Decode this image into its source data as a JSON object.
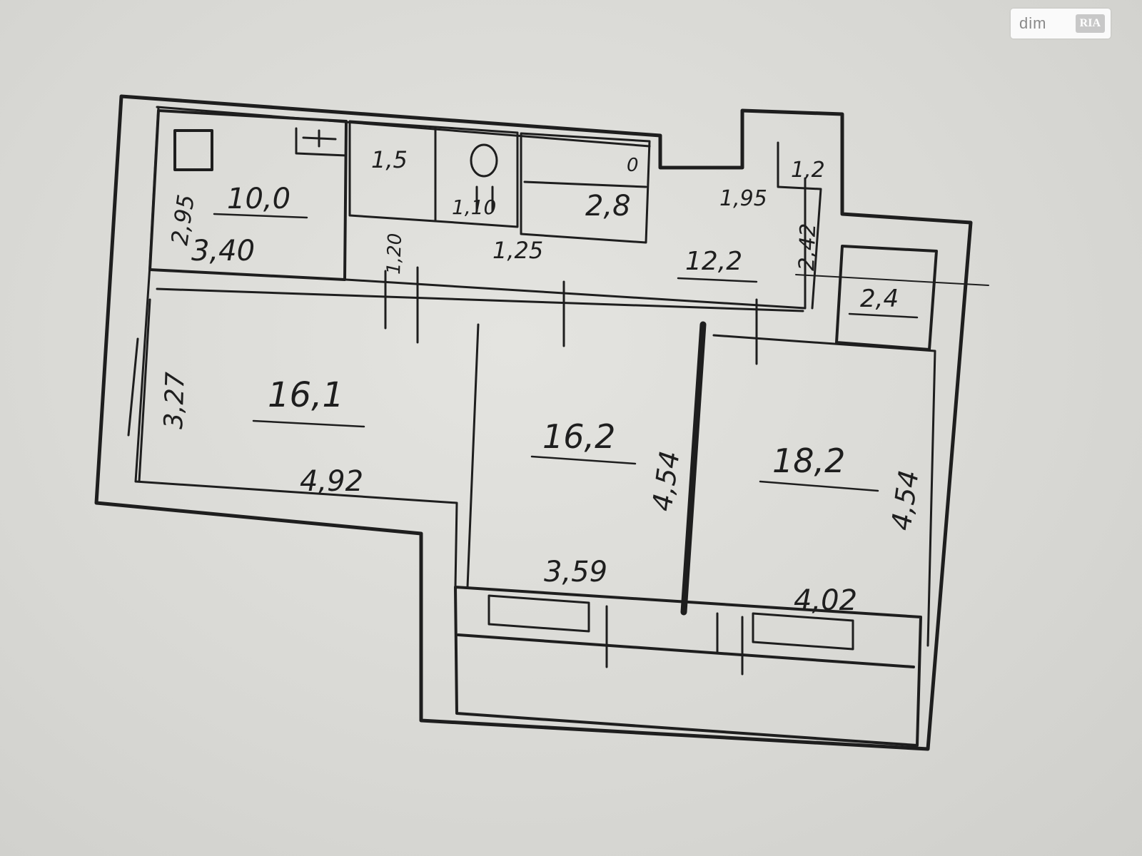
{
  "watermark": {
    "text": "dim",
    "badge": "RIA"
  },
  "rooms": {
    "kitchen": {
      "area": "10,0",
      "width": "3,40",
      "depth": "2,95"
    },
    "bath": {
      "dim": "1,5"
    },
    "wc": {
      "dim": "1,10"
    },
    "closet": {
      "area": "2,8",
      "top": "0"
    },
    "hall_small": {
      "dim_a": "1,2",
      "dim_b": "1,95",
      "dim_c": "2,42"
    },
    "hallway": {
      "area": "12,2",
      "dim_a": "1,25",
      "dim_b": "1,20"
    },
    "storage": {
      "area": "2,4"
    },
    "room1": {
      "area": "16,1",
      "width": "4,92",
      "depth": "3,27"
    },
    "room2": {
      "area": "16,2",
      "width": "3,59",
      "depth": "4,54"
    },
    "room3": {
      "area": "18,2",
      "width": "4,02",
      "depth": "4,54"
    }
  },
  "colors": {
    "ink": "#1e1e1e",
    "paper": "#dcdcd8"
  }
}
